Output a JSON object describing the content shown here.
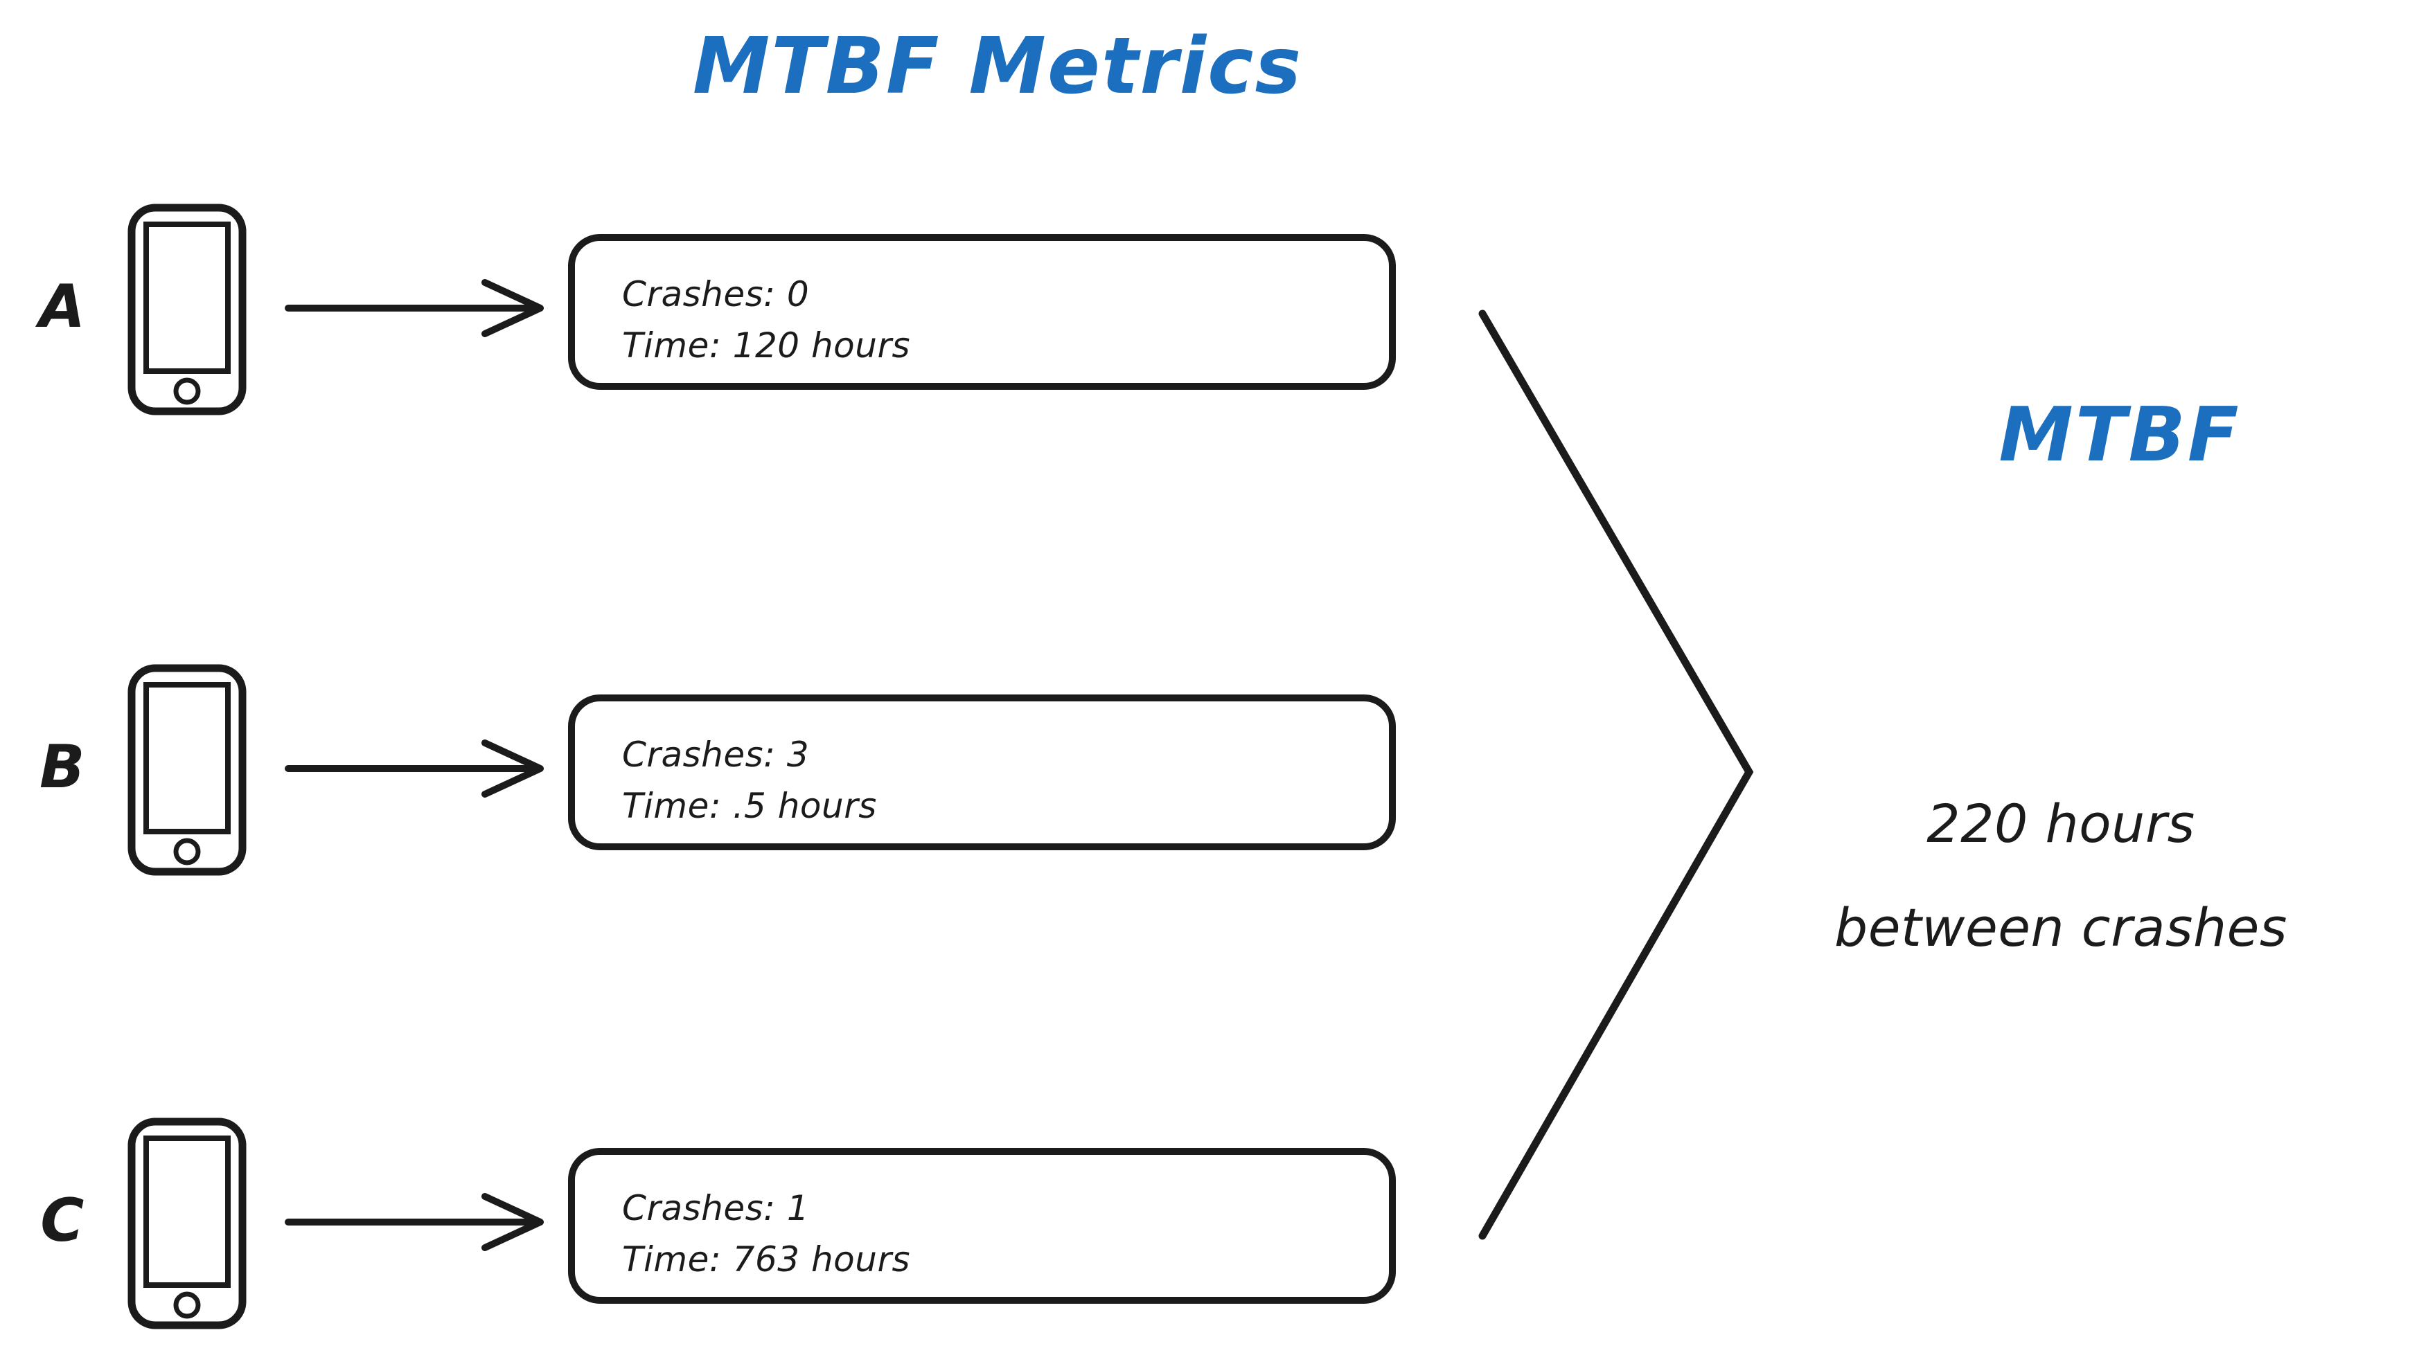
{
  "diagram": {
    "title": "MTBF Metrics",
    "title_color": "#1c6fbf",
    "ink_color": "#1b1b1b",
    "background": "#ffffff"
  },
  "devices": [
    {
      "label": "A",
      "icon": "smartphone-icon",
      "arrow": "arrow-right-icon",
      "crashes_line": "Crashes: 0",
      "time_line": "Time: 120 hours",
      "crashes": 0,
      "time_hours": 120
    },
    {
      "label": "B",
      "icon": "smartphone-icon",
      "arrow": "arrow-right-icon",
      "crashes_line": "Crashes: 3",
      "time_line": "Time: .5 hours",
      "crashes": 3,
      "time_hours": 0.5
    },
    {
      "label": "C",
      "icon": "smartphone-icon",
      "arrow": "arrow-right-icon",
      "crashes_line": "Crashes: 1",
      "time_line": "Time: 763 hours",
      "crashes": 1,
      "time_hours": 763
    }
  ],
  "result": {
    "heading": "MTBF",
    "heading_color": "#1c6fbf",
    "value_line_1": "220 hours",
    "value_line_2": "between crashes",
    "value_hours": 220
  }
}
